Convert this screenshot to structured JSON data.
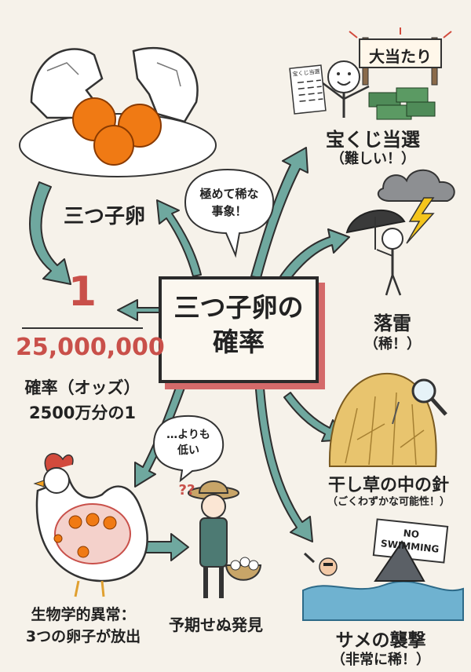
{
  "center": {
    "line1": "三つ子卵の",
    "line2": "確率"
  },
  "triplet_egg": {
    "label": "三つ子卵"
  },
  "odds": {
    "numerator": "1",
    "denominator": "25,000,000",
    "caption1": "確率（オッズ）",
    "caption2": "2500万分の1"
  },
  "bubble_rare": {
    "line1": "極めて稀な",
    "line2": "事象！"
  },
  "bubble_lower": {
    "line1": "…よりも",
    "line2": "低い"
  },
  "lottery": {
    "sign": "大当たり",
    "ticket": "宝くじ当選",
    "label": "宝くじ当選",
    "sub": "（難しい！）"
  },
  "lightning": {
    "label": "落雷",
    "sub": "（稀！）"
  },
  "needle": {
    "label": "干し草の中の針",
    "sub": "（ごくわずかな可能性！）"
  },
  "shark": {
    "sign1": "NO",
    "sign2": "SWIMMING",
    "label": "サメの襲撃",
    "sub": "（非常に稀！）"
  },
  "hen": {
    "label1": "生物学的異常：",
    "label2": "3つの卵子が放出"
  },
  "farmer": {
    "label": "予期せぬ発見",
    "question": "??"
  },
  "colors": {
    "arrow": "#6fa89f",
    "arrow_stroke": "#2e2e2e",
    "accent_red": "#c9504a",
    "yolk": "#f07a14",
    "box_shadow": "#d46a6a",
    "money": "#4f8b58",
    "hay": "#e8c46e",
    "water": "#6fb2d0"
  }
}
